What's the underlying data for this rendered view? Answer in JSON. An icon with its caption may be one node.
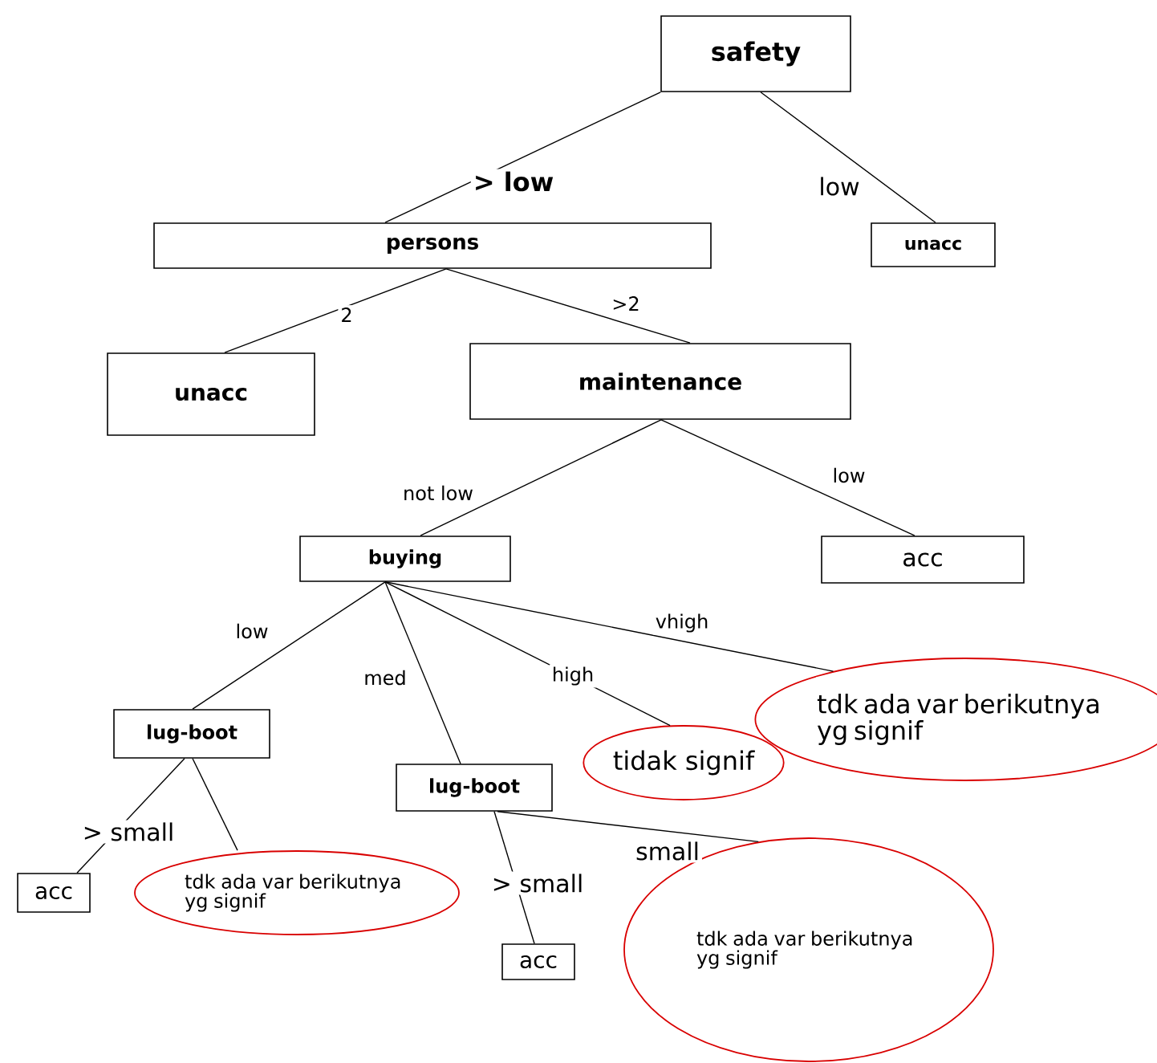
{
  "diagram": {
    "nodes": [
      {
        "text": [
          "safety"
        ]
      },
      {
        "text": [
          "persons"
        ]
      },
      {
        "text": [
          "unacc"
        ]
      },
      {
        "text": [
          "unacc"
        ]
      },
      {
        "text": [
          "maintenance"
        ]
      },
      {
        "text": [
          "buying"
        ]
      },
      {
        "text": [
          "acc"
        ]
      },
      {
        "text": [
          "lug-boot"
        ]
      },
      {
        "text": [
          "lug-boot"
        ]
      },
      {
        "text": [
          "tidak signif"
        ]
      },
      {
        "text": [
          "tdk ada var berikutnya yg signif"
        ]
      },
      {
        "text": [
          "acc"
        ]
      },
      {
        "text": [
          "tdk ada var berikutnya yg signif"
        ]
      },
      {
        "text": [
          "acc"
        ]
      },
      {
        "text": [
          "tdk ada var berikutnya yg signif"
        ]
      }
    ],
    "edges": [
      {
        "from": 0,
        "to": 1,
        "arrow": "none",
        "label": "> low"
      },
      {
        "from": 0,
        "to": 2,
        "arrow": "none",
        "label": "low"
      },
      {
        "from": 1,
        "to": 3,
        "arrow": "none",
        "label": "2"
      },
      {
        "from": 1,
        "to": 4,
        "arrow": "none",
        "label": ">2"
      },
      {
        "from": 4,
        "to": 5,
        "arrow": "none",
        "label": "not low"
      },
      {
        "from": 4,
        "to": 6,
        "arrow": "none",
        "label": "low"
      },
      {
        "from": 5,
        "to": 7,
        "arrow": "none",
        "label": "low"
      },
      {
        "from": 5,
        "to": 8,
        "arrow": "none",
        "label": "med"
      },
      {
        "from": 5,
        "to": 9,
        "arrow": "none",
        "label": "high"
      },
      {
        "from": 5,
        "to": 10,
        "arrow": "none",
        "label": "vhigh"
      },
      {
        "from": 7,
        "to": 11,
        "arrow": "none",
        "label": "> small"
      },
      {
        "from": 7,
        "to": 12,
        "arrow": "none"
      },
      {
        "from": 8,
        "to": 13,
        "arrow": "none",
        "label": "> small"
      },
      {
        "from": 8,
        "to": 14,
        "arrow": "none",
        "label": "small"
      }
    ]
  }
}
